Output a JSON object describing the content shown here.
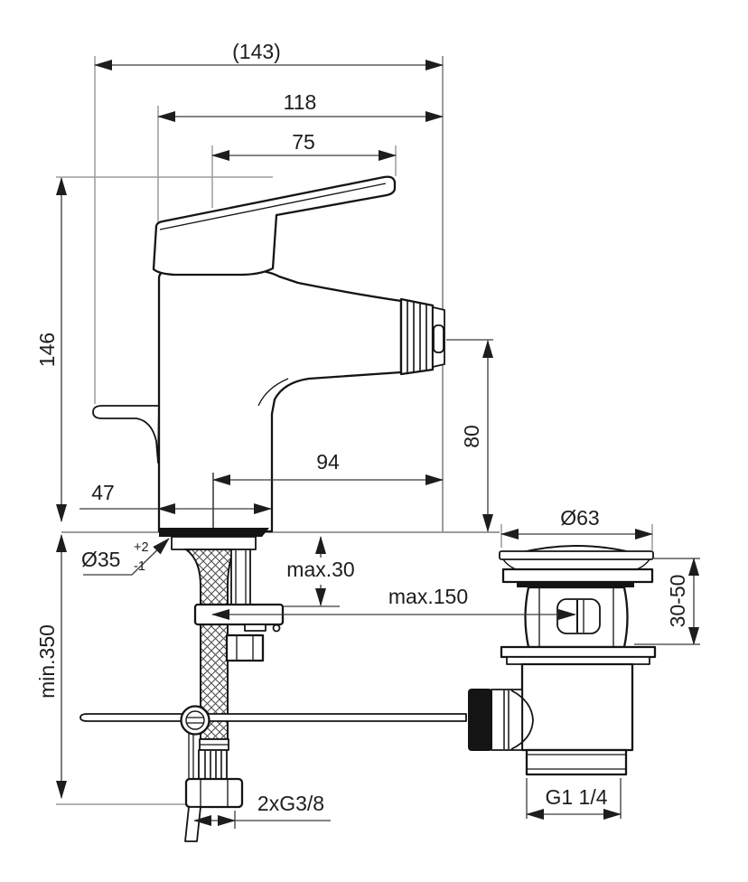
{
  "drawing": {
    "title": "Bidet mixer with pop-up waste — installation dimension drawing",
    "background": "#ffffff",
    "line_color": "#141414",
    "extension_line_color": "#9c9c9c",
    "labels": {
      "overall_length": "(143)",
      "length_to_outlet": "118",
      "handle_length": "75",
      "height_above_deck": "146",
      "min_clearance_below": "min.350",
      "spout_reach": "94",
      "body_depth": "47",
      "outlet_height": "80",
      "deck_max_thickness": "max.30",
      "rod_max_distance": "max.150",
      "hole_diameter": "Ø35",
      "hole_tol_upper": "+2",
      "hole_tol_lower": "-1",
      "waste_cap_diameter": "Ø63",
      "waste_clamp_range": "30-50",
      "waste_outlet_thread": "G1 1/4",
      "supply_hose_thread": "2xG3/8"
    }
  }
}
